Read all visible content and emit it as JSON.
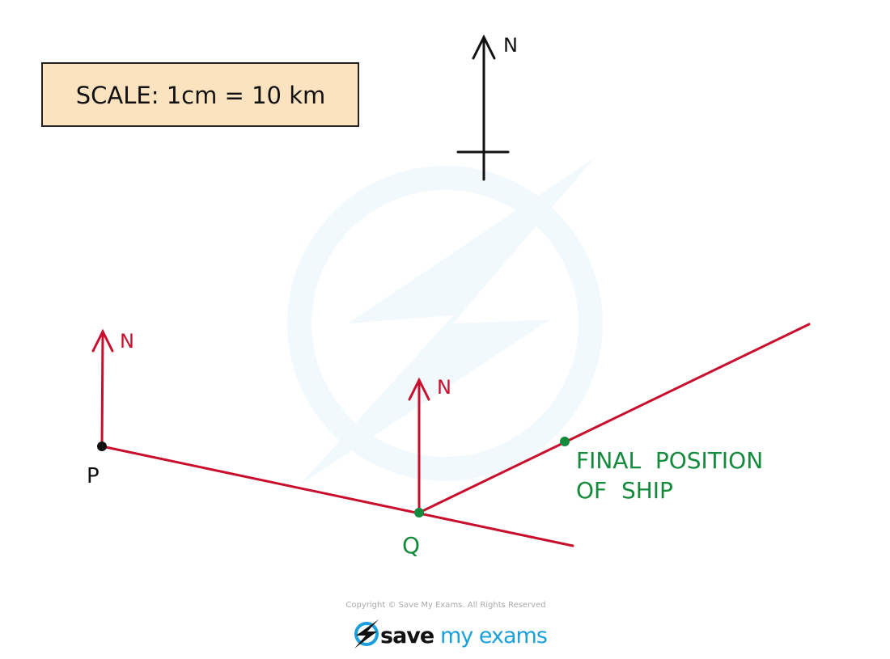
{
  "scale_box": {
    "text": "SCALE: 1cm = 10 km"
  },
  "compass": {
    "label": "N"
  },
  "points": {
    "p": {
      "label": "P",
      "north_label": "N"
    },
    "q": {
      "label": "Q",
      "north_label": "N"
    },
    "final": {
      "label_line1": "FINAL  POSITION",
      "label_line2": "OF  SHIP"
    }
  },
  "footer": {
    "copyright": "Copyright © Save My Exams. All Rights Reserved",
    "logo_text_a": "save",
    "logo_text_b": "my exams"
  },
  "colors": {
    "red": "#c8102e",
    "green": "#138a3c",
    "box_fill": "#fce3c0",
    "brand_blue": "#1ba0dc"
  }
}
